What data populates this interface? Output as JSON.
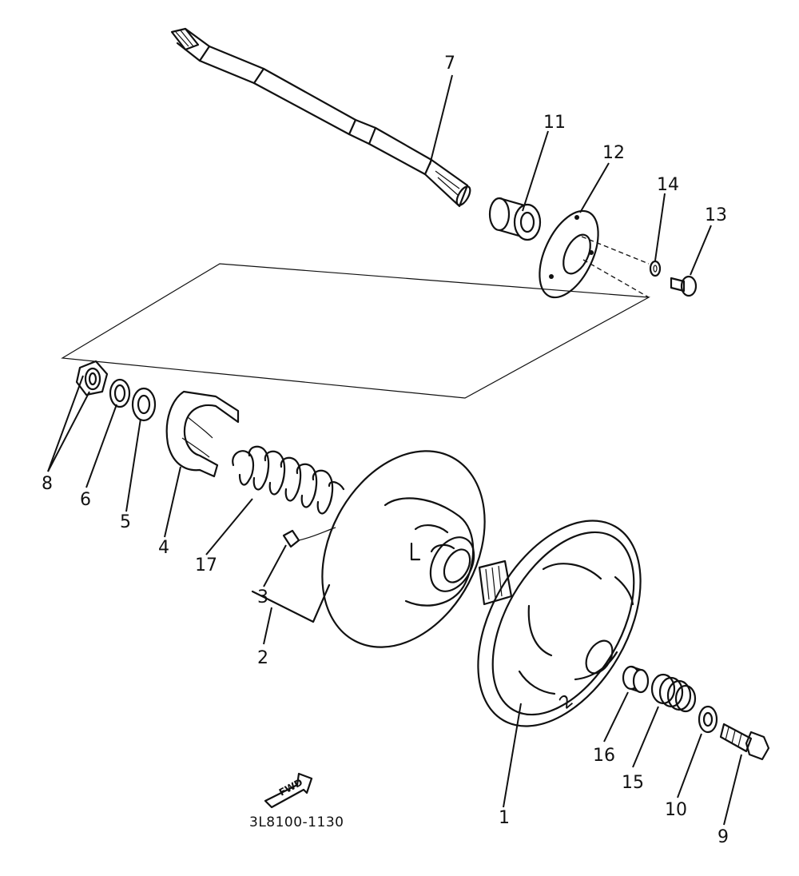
{
  "diagram": {
    "drawing_code": "3L8100-1130",
    "fwd_marker": "FWD",
    "callouts": [
      {
        "id": "1",
        "text": "1"
      },
      {
        "id": "2",
        "text": "2"
      },
      {
        "id": "3",
        "text": "3"
      },
      {
        "id": "4",
        "text": "4"
      },
      {
        "id": "5",
        "text": "5"
      },
      {
        "id": "6",
        "text": "6"
      },
      {
        "id": "7",
        "text": "7"
      },
      {
        "id": "8",
        "text": "8"
      },
      {
        "id": "9",
        "text": "9"
      },
      {
        "id": "10",
        "text": "10"
      },
      {
        "id": "11",
        "text": "11"
      },
      {
        "id": "12",
        "text": "12"
      },
      {
        "id": "13",
        "text": "13"
      },
      {
        "id": "14",
        "text": "14"
      },
      {
        "id": "15",
        "text": "15"
      },
      {
        "id": "16",
        "text": "16"
      },
      {
        "id": "17",
        "text": "17"
      }
    ]
  }
}
